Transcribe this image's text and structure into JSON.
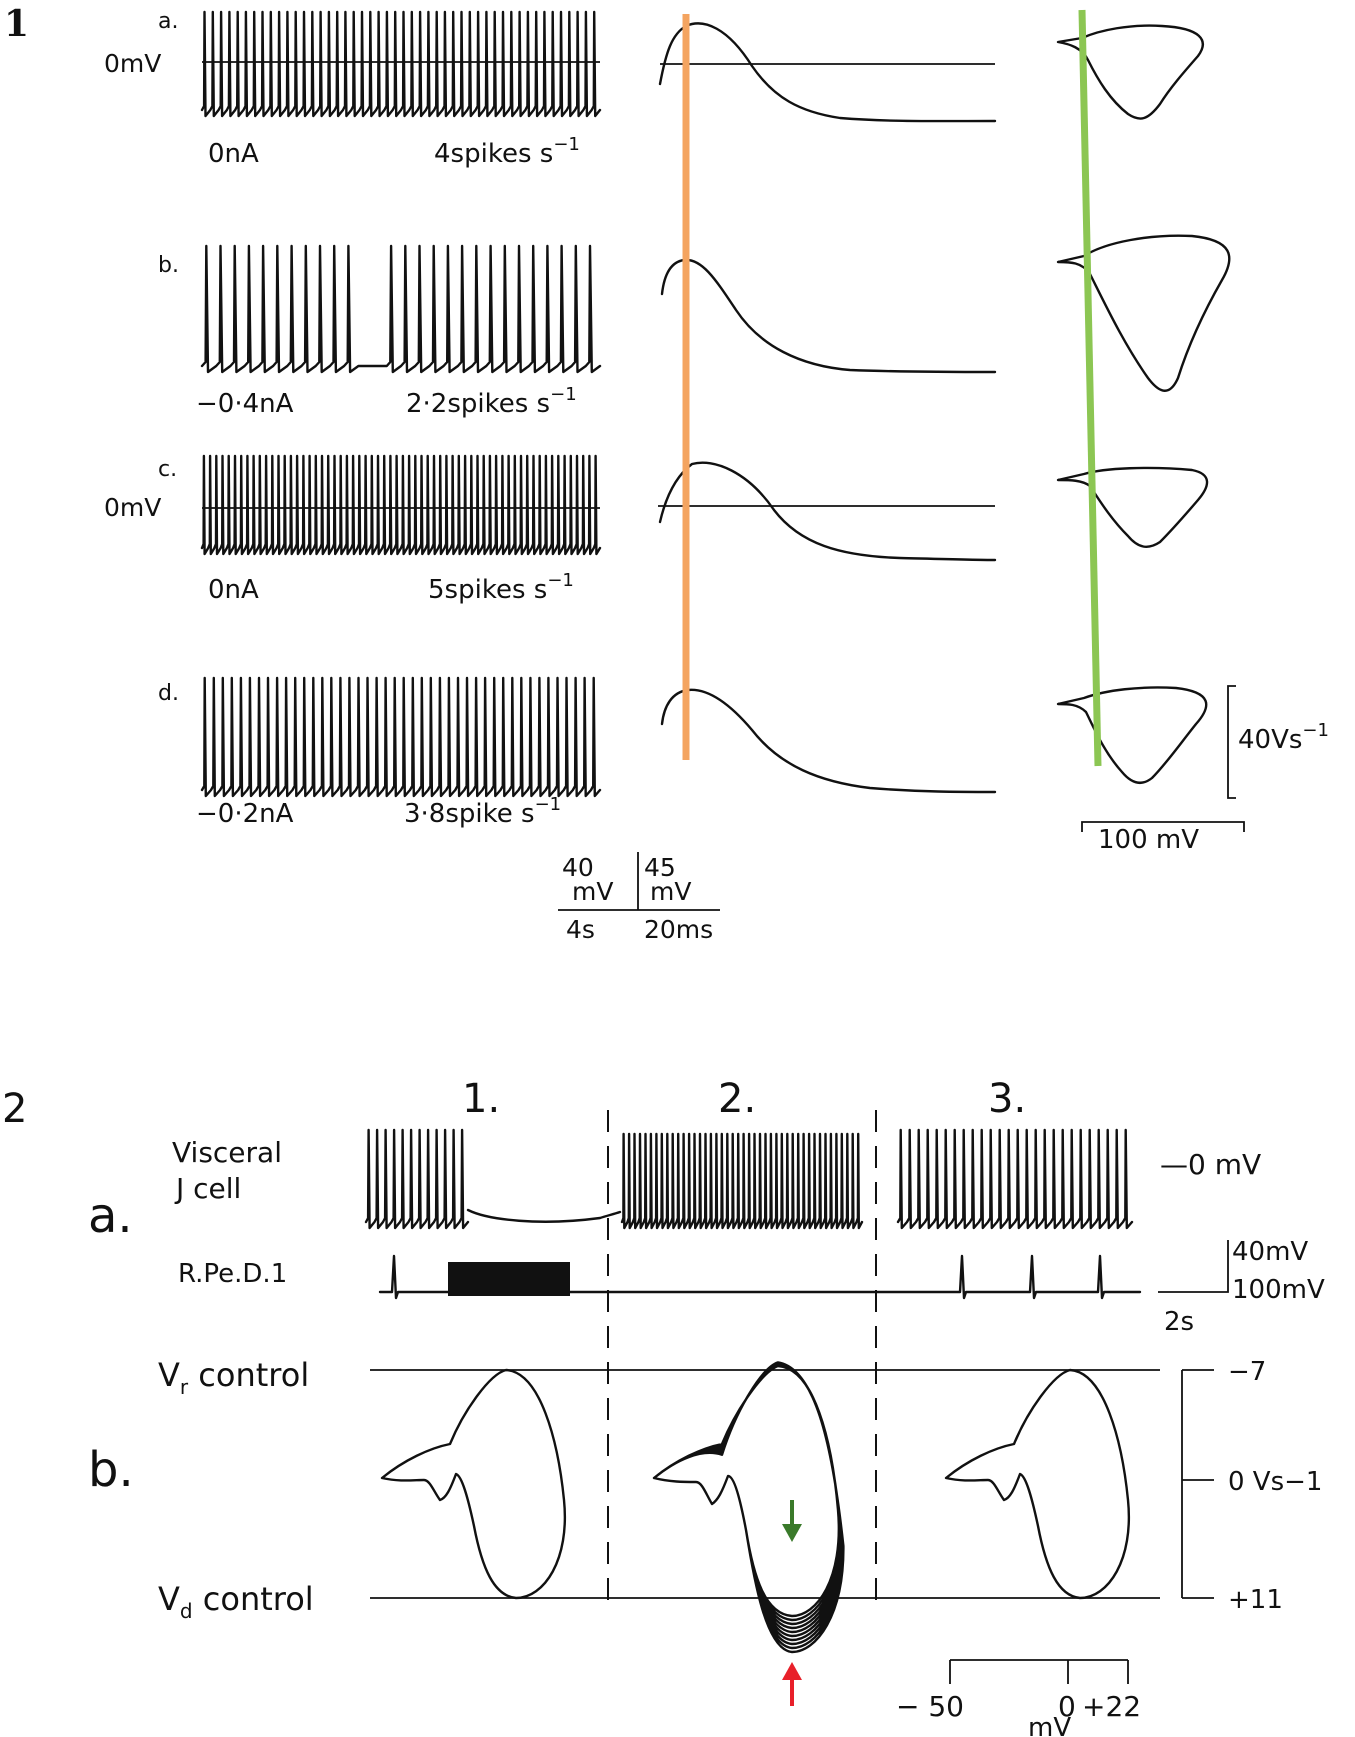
{
  "panel1": {
    "number": "1",
    "rows": [
      {
        "letter": "a.",
        "zero_label": "0mV",
        "current": "0nA",
        "rate": "4spikes s",
        "rate_exp": "−1"
      },
      {
        "letter": "b.",
        "zero_label": "",
        "current": "−0·4nA",
        "rate": "2·2spikes s",
        "rate_exp": "−1"
      },
      {
        "letter": "c.",
        "zero_label": "0mV",
        "current": "0nA",
        "rate": "5spikes s",
        "rate_exp": "−1"
      },
      {
        "letter": "d.",
        "zero_label": "",
        "current": "−0·2nA",
        "rate": "3·8spike s",
        "rate_exp": "−1"
      }
    ],
    "scale_vertical": "40Vs",
    "scale_vertical_exp": "−1",
    "scale_horizontal": "100 mV",
    "timebase": {
      "v1_num": "40",
      "v1_unit": "mV",
      "v2_num": "45",
      "v2_unit": "mV",
      "t1": "4s",
      "t2": "20ms"
    },
    "colors": {
      "orange_line": "#F4A460",
      "green_line": "#8CC653"
    }
  },
  "panel2": {
    "number": "2",
    "columns": [
      "1.",
      "2.",
      "3."
    ],
    "row_a_letter": "a.",
    "row_b_letter": "b.",
    "cell_label_line1": "Visceral",
    "cell_label_line2": "J cell",
    "zero_mv": "—0 mV",
    "rped_label": "R.Pe.D.1",
    "scale_40": "40mV",
    "scale_100": "100mV",
    "scale_time": "2s",
    "vr_label": "V",
    "vr_sub": "r",
    "vr_text": " control",
    "vd_label": "V",
    "vd_sub": "d",
    "vd_text": " control",
    "right_top": "−7",
    "right_mid": "0 Vs−1",
    "right_bot": "+11",
    "x_ticks": [
      "− 50",
      "0",
      "+22"
    ],
    "x_unit": "mV",
    "colors": {
      "down_arrow": "#3A7A2A",
      "up_arrow": "#E8202A"
    }
  }
}
